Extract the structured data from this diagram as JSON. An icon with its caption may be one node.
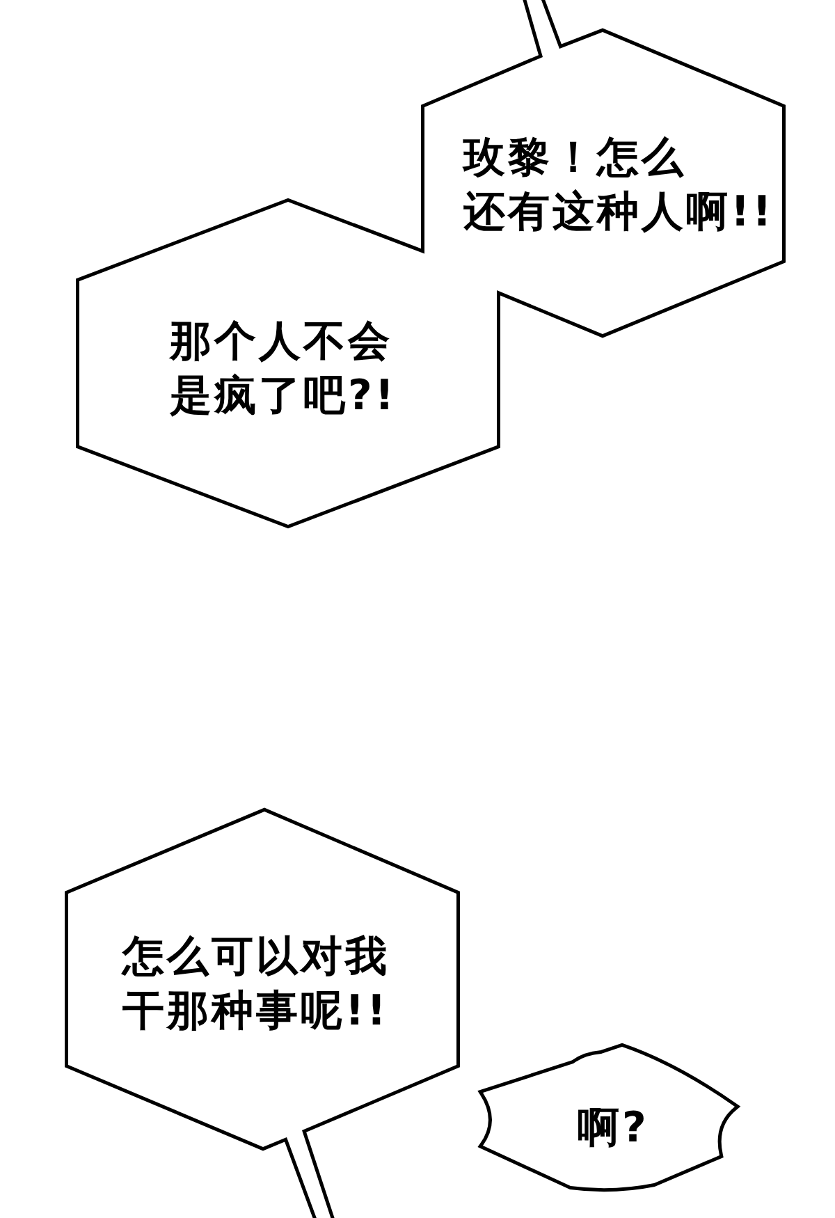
{
  "diagram": {
    "nodes": [
      {
        "text": [
          "玫黎！怎么还有这种人啊!!"
        ]
      },
      {
        "text": [
          "那个人不会是疯了吧?!"
        ]
      },
      {
        "text": [
          "怎么可以对我干那种事呢!!"
        ]
      },
      {
        "text": [
          "啊?"
        ]
      }
    ]
  }
}
